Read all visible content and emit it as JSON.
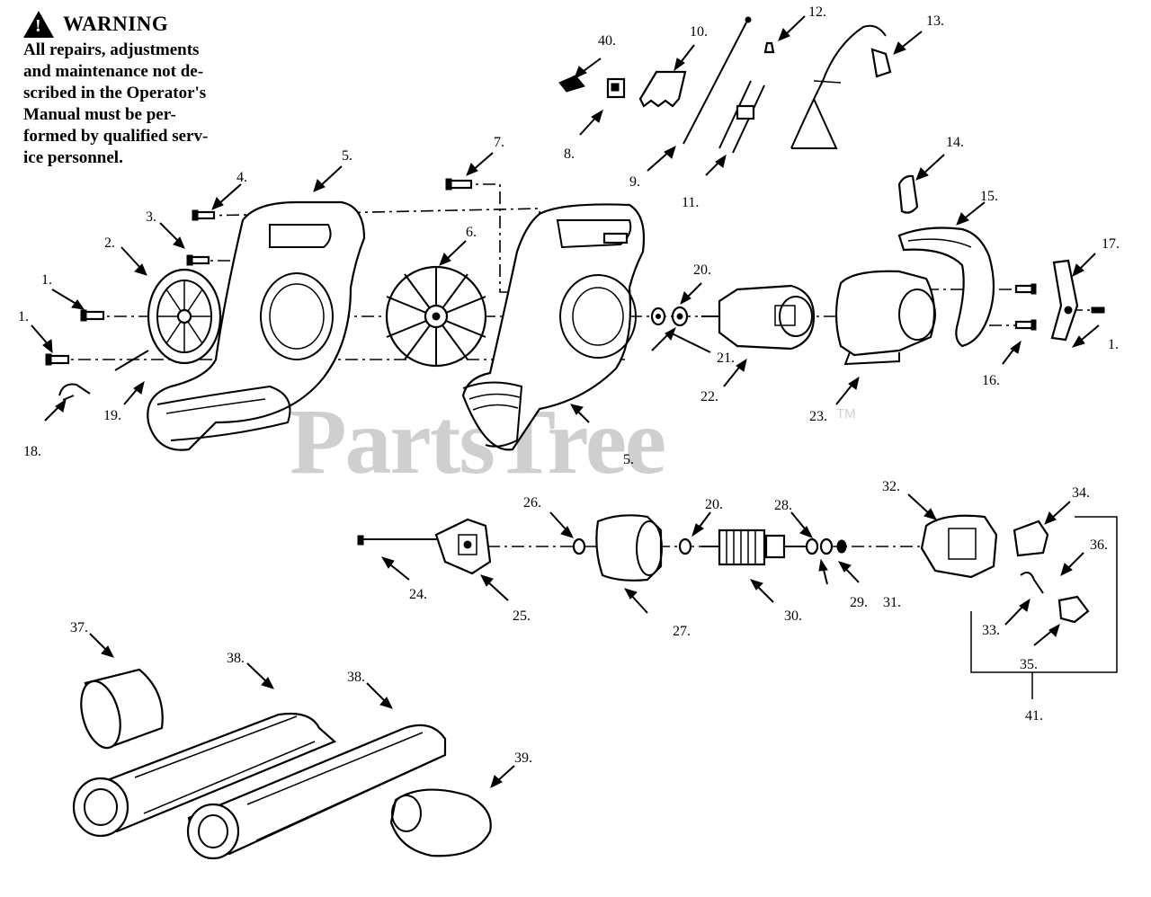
{
  "warning": {
    "title": "WARNING",
    "icon": "warning-triangle-icon",
    "lines": [
      "All repairs, adjustments",
      "and maintenance not de-",
      "scribed in the Operator's",
      "Manual must be per-",
      "formed by qualified serv-",
      "ice personnel."
    ]
  },
  "watermark": {
    "text": "PartsTree",
    "tm": "TM"
  },
  "callouts": [
    "1.",
    "1.",
    "1.",
    "2.",
    "3.",
    "4.",
    "5.",
    "5.",
    "6.",
    "7.",
    "8.",
    "9.",
    "10.",
    "11.",
    "12.",
    "13.",
    "14.",
    "15.",
    "16.",
    "17.",
    "18.",
    "19.",
    "20.",
    "20.",
    "21.",
    "22.",
    "23.",
    "24.",
    "25.",
    "26.",
    "27.",
    "28.",
    "29.",
    "30.",
    "31.",
    "32.",
    "33.",
    "34.",
    "35.",
    "36.",
    "37.",
    "38.",
    "38.",
    "39.",
    "40.",
    "41."
  ]
}
